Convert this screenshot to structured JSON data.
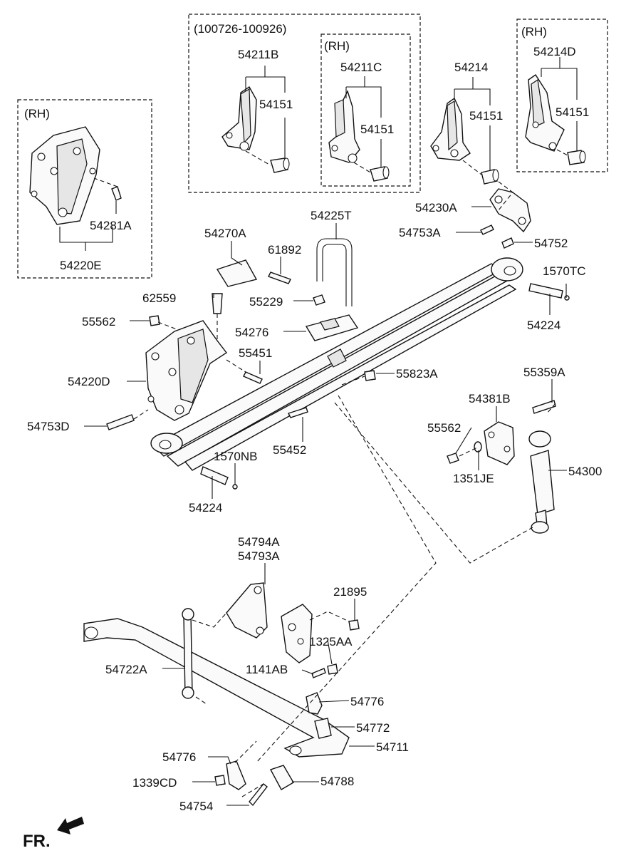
{
  "labels": {
    "54220E": "54220E",
    "54281A": "54281A",
    "rh_left": "(RH)",
    "range_box": "(100726-100926)",
    "54211B": "54211B",
    "54151_a": "54151",
    "rh_mid": "(RH)",
    "54211C": "54211C",
    "54151_b": "54151",
    "54214": "54214",
    "54151_c": "54151",
    "rh_right": "(RH)",
    "54214D": "54214D",
    "54151_d": "54151",
    "54230A": "54230A",
    "54753A": "54753A",
    "54752": "54752",
    "1570TC": "1570TC",
    "54224_r": "54224",
    "54225T": "54225T",
    "54270A": "54270A",
    "61892": "61892",
    "55229": "55229",
    "62559": "62559",
    "55562_a": "55562",
    "54276": "54276",
    "55451": "55451",
    "54220D": "54220D",
    "55823A": "55823A",
    "54753D": "54753D",
    "55452": "55452",
    "1570NB": "1570NB",
    "54224_l": "54224",
    "55359A": "55359A",
    "54381B": "54381B",
    "55562_b": "55562",
    "1351JE": "1351JE",
    "54300": "54300",
    "54794A": "54794A",
    "54793A": "54793A",
    "21895": "21895",
    "1325AA": "1325AA",
    "54722A": "54722A",
    "1141AB": "1141AB",
    "54776_a": "54776",
    "54772": "54772",
    "54711": "54711",
    "54776_b": "54776",
    "1339CD": "1339CD",
    "54788": "54788",
    "54754": "54754",
    "fr": "FR."
  }
}
